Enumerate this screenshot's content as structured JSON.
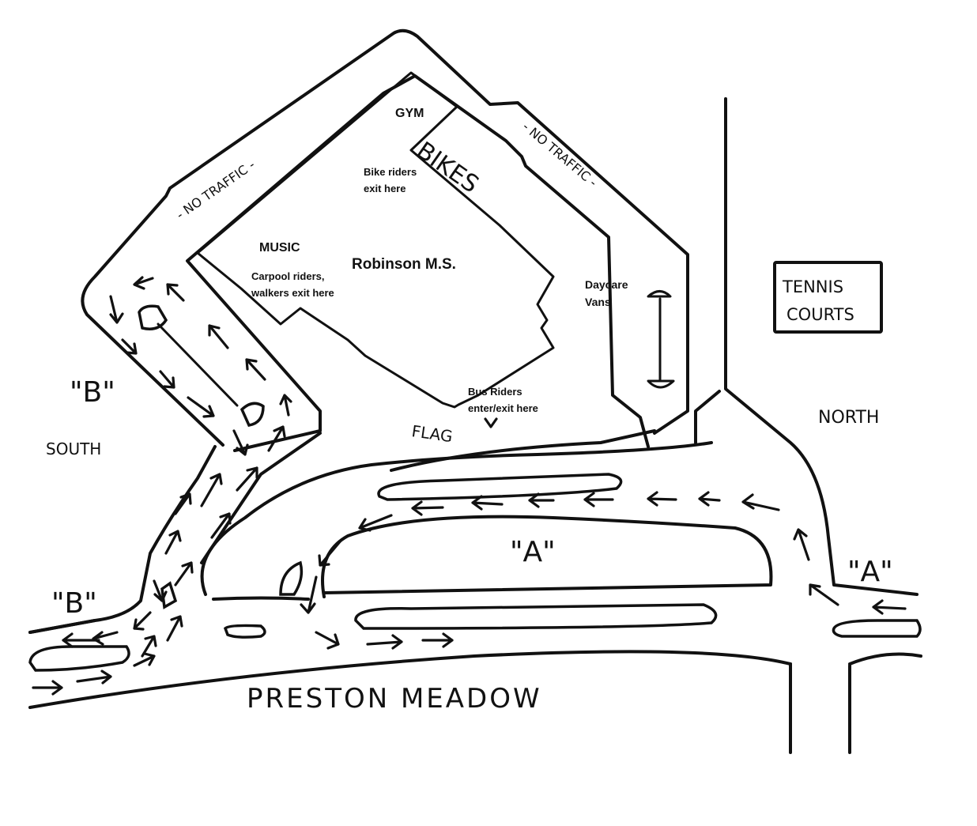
{
  "labels": {
    "gym": "GYM",
    "bikes": "BIKES",
    "bike_exit": [
      "Bike riders",
      "exit here"
    ],
    "music": "MUSIC",
    "school_name": "Robinson M.S.",
    "carpool_exit": [
      "Carpool riders,",
      "walkers exit here"
    ],
    "daycare": [
      "Daycare",
      "Vans"
    ],
    "bus_riders": [
      "Bus Riders",
      "enter/exit here"
    ],
    "flag": "FLAG",
    "no_traffic_left": "- NO TRAFFIC -",
    "no_traffic_right": "- NO TRAFFIC -",
    "tennis_courts": [
      "TENNIS",
      "COURTS"
    ],
    "north": "NORTH",
    "south": "SOUTH",
    "lane_b_upper": "\"B\"",
    "lane_b_lower": "\"B\"",
    "lane_a_center": "\"A\"",
    "lane_a_right": "\"A\"",
    "street": "PRESTON MEADOW"
  }
}
